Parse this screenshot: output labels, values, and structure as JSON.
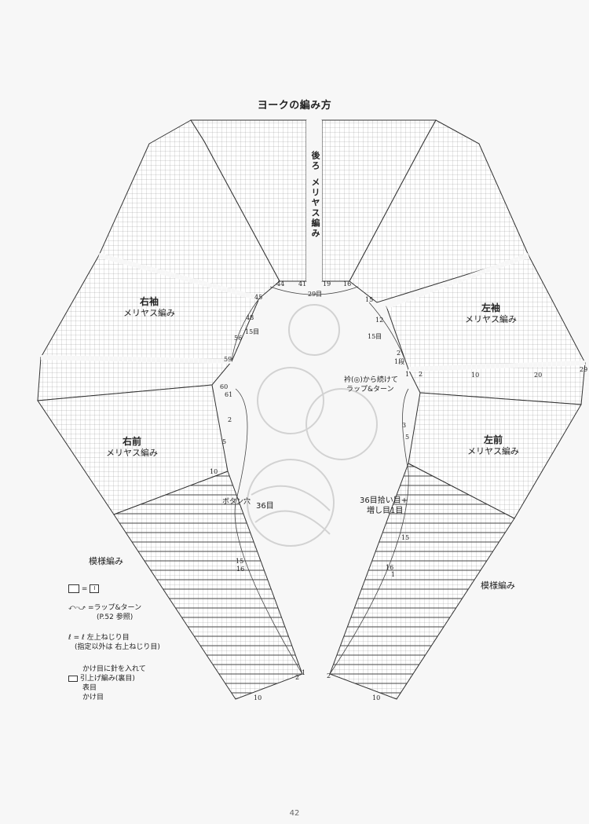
{
  "title": "ヨークの編み方",
  "back": {
    "title": "後ろ",
    "stitch": "メリヤス編み",
    "counts": [
      "44",
      "41",
      "19",
      "16"
    ],
    "center": "29目"
  },
  "right_sleeve": {
    "title": "右袖",
    "stitch": "メリヤス編み",
    "counts": [
      "45",
      "48",
      "56",
      "59"
    ],
    "width": "15目"
  },
  "left_sleeve": {
    "title": "左袖",
    "stitch": "メリヤス編み",
    "counts": [
      "15",
      "12",
      "2",
      "1",
      "10",
      "20",
      "29"
    ],
    "width": "15目",
    "row_marks": [
      "1段",
      "2"
    ]
  },
  "right_front": {
    "title": "右前",
    "stitch": "メリヤス編み",
    "counts": [
      "60",
      "61",
      "2",
      "5",
      "10",
      "15",
      "16",
      "2",
      "1",
      "10"
    ],
    "button_hole": "ボタン穴",
    "width": "36目",
    "pattern": "模様編み"
  },
  "left_front": {
    "title": "左前",
    "stitch": "メリヤス編み",
    "counts": [
      "3",
      "5",
      "15",
      "16",
      "1",
      "2",
      "10"
    ],
    "pattern": "模様編み",
    "pickup": [
      "36目拾い目+",
      "増し目1目"
    ]
  },
  "collar_note": [
    "衿(◎)から続けて",
    "ラップ&ターン"
  ],
  "legend": {
    "plain_box": "=",
    "plain_symbol": "I",
    "wrap_turn": "=ラップ&ターン",
    "wrap_ref": "(P.52 参照)",
    "twist": "左上ねじり目",
    "twist_note": "(指定以外は 右上ねじり目)",
    "slip_lines": [
      "かけ目に針を入れて",
      "引上げ編み(裏目)",
      "表目",
      "かけ目"
    ]
  },
  "page_number": "42"
}
